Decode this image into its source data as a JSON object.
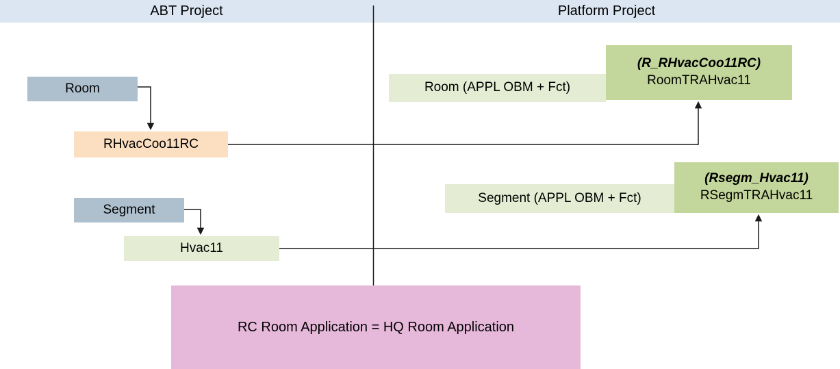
{
  "header": {
    "left_title": "ABT Project",
    "right_title": "Platform Project"
  },
  "abt": {
    "room": "Room",
    "rhvac": "RHvacCoo11RC",
    "segment": "Segment",
    "hvac11": "Hvac11"
  },
  "platform": {
    "room_appl": "Room (APPL OBM + Fct)",
    "room_tra": {
      "line1": "(R_RHvacCoo11RC)",
      "line2": "RoomTRAHvac11"
    },
    "segment_appl": "Segment (APPL OBM + Fct)",
    "segment_tra": {
      "line1": "(Rsegm_Hvac11)",
      "line2": "RSegmTRAHvac11"
    }
  },
  "note": "RC Room Application = HQ Room Application",
  "colors": {
    "header_bg": "#dce6f2",
    "steel_blue_box": "#aebfce",
    "peach_box": "#fbdfc0",
    "light_green_box": "#e4edd3",
    "olive_green_box": "#c3d69b",
    "pink_box": "#e6b8da",
    "line": "#1a1a1a"
  }
}
